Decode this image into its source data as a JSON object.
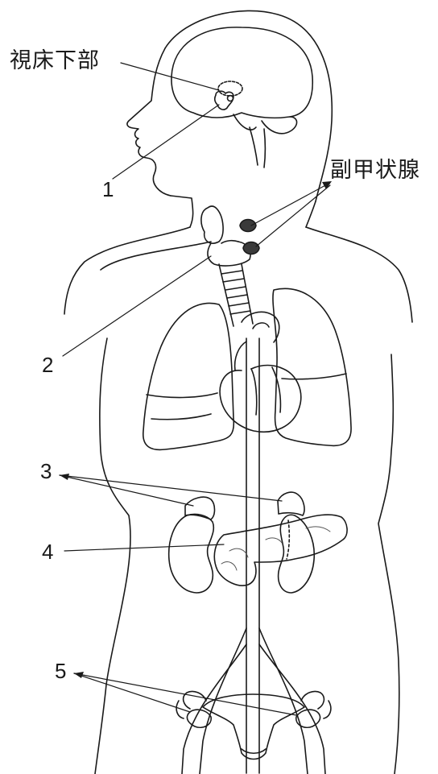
{
  "labels": {
    "hypothalamus": "視床下部",
    "parathyroid": "副甲状腺",
    "n1": "1",
    "n2": "2",
    "n3": "3",
    "n4": "4",
    "n5": "5"
  },
  "colors": {
    "line": "#1a1a1a",
    "organ_fill": "#ffffff",
    "texture": "#555555"
  }
}
